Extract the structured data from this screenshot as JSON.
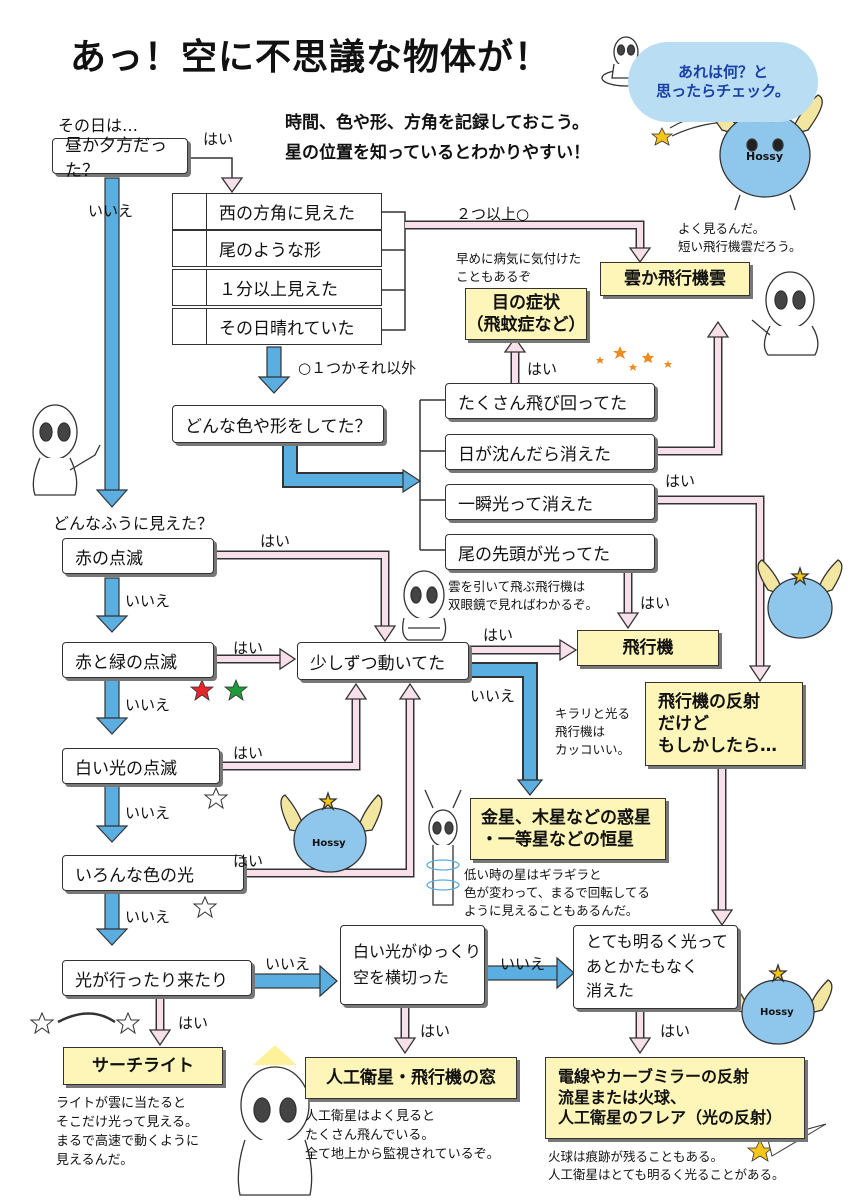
{
  "title": "あっ！空に不思議な物体が！",
  "intro": {
    "line1": "時間、色や形、方角を記録しておこう。",
    "line2": "星の位置を知っているとわかりやすい！"
  },
  "bubble": {
    "line1": "あれは何？と",
    "line2": "思ったらチェック。"
  },
  "start_label": "その日は…",
  "q_time": "昼か夕方だった？",
  "yes": "はい",
  "no": "いいえ",
  "checklist": [
    "西の方角に見えた",
    "尾のような形",
    "１分以上見えた",
    "その日晴れていた"
  ],
  "two_or_more": "２つ以上○",
  "one_or_other": "○１つかそれ以外",
  "q_color_shape": "どんな色や形をしてた？",
  "shape_options": [
    "たくさん飛び回ってた",
    "日が沈んだら消えた",
    "一瞬光って消えた",
    "尾の先頭が光ってた"
  ],
  "eye_note": {
    "line1": "早めに病気に気付けた",
    "line2": "こともあるぞ"
  },
  "eye_result": {
    "line1": "目の症状",
    "line2": "（飛蚊症など）"
  },
  "cloud_note": {
    "line1": "よく見るんだ。",
    "line2": "短い飛行機雲だろう。"
  },
  "cloud_result": "雲か飛行機雲",
  "q_how_seen": "どんなふうに見えた？",
  "blink_options": [
    "赤の点滅",
    "赤と緑の点滅",
    "白い光の点滅",
    "いろんな色の光",
    "光が行ったり来たり"
  ],
  "q_moving": "少しずつ動いてた",
  "plane_note": {
    "line1": "雲を引いて飛ぶ飛行機は",
    "line2": "双眼鏡で見ればわかるぞ。"
  },
  "plane_result": "飛行機",
  "reflect_result": {
    "line1": "飛行機の反射",
    "line2": "だけど",
    "line3": "もしかしたら…"
  },
  "sparkle_note": {
    "line1": "キラリと光る",
    "line2": "飛行機は",
    "line3": "カッコいい。"
  },
  "planet_result": {
    "line1": "金星、木星などの惑星",
    "line2": "・一等星などの恒星"
  },
  "planet_note": {
    "line1": "低い時の星はギラギラと",
    "line2": "色が変わって、まるで回転してる",
    "line3": "ように見えることもあるんだ。"
  },
  "q_white_slow": {
    "line1": "白い光がゆっくり",
    "line2": "空を横切った"
  },
  "q_bright": {
    "line1": "とても明るく光って",
    "line2": "あとかたもなく",
    "line3": "消えた"
  },
  "search_result": "サーチライト",
  "search_note": {
    "line1": "ライトが雲に当たると",
    "line2": "そこだけ光って見える。",
    "line3": "まるで高速で動くように",
    "line4": "見えるんだ。"
  },
  "satellite_result": "人工衛星・飛行機の窓",
  "satellite_note": {
    "line1": "人工衛星はよく見ると",
    "line2": "たくさん飛んでいる。",
    "line3": "全て地上から監視されているぞ。"
  },
  "wire_result": {
    "line1": "電線やカーブミラーの反射",
    "line2": "流星または火球、",
    "line3": "人工衛星のフレア（光の反射）"
  },
  "fireball_note": {
    "line1": "火球は痕跡が残ることもある。",
    "line2": "人工衛星はとても明るく光ることがある。"
  },
  "mascot_text": "Hossy",
  "colors": {
    "blue_arrow": "#5aaee0",
    "pink_arrow": "#f7e0ea",
    "yellow_box": "#fdf6b8",
    "bubble": "#b9ddf2",
    "star_red": "#e3262b",
    "star_green": "#1e9a3a",
    "star_orange": "#f08a1c"
  }
}
